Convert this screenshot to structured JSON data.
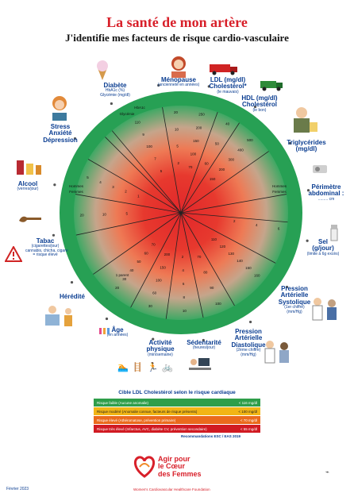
{
  "header": {
    "title": "La santé de mon artère",
    "subtitle": "J'identifie mes facteurs de risque cardio-vasculaire"
  },
  "factors": {
    "diabete": {
      "label": "Diabète",
      "sub": "HbA1c (%)\nGlycémie (mg/dl)"
    },
    "menopause": {
      "label": "Ménopause",
      "sub": "(ancienneté en années)"
    },
    "ldl": {
      "label": "LDL (mg/dl)\nCholestérol*",
      "sub": "(le mauvais)"
    },
    "hdl": {
      "label": "HDL (mg/dl)\nCholestérol",
      "sub": "(le bon)"
    },
    "triglycerides": {
      "label": "Triglycérides\n(mg/dl)",
      "sub": ""
    },
    "perimetre": {
      "label": "Périmètre\nabdominal :",
      "sub": "......... cm"
    },
    "sel": {
      "label": "Sel\n(g/jour)",
      "sub": "(limite à 6g excès)"
    },
    "pas": {
      "label": "Pression\nArtérielle\nSystolique",
      "sub": "(1er chiffre)\n(mm/Hg)"
    },
    "pad": {
      "label": "Pression\nArtérielle\nDiastolique",
      "sub": "(2ème chiffre)\n(mm/Hg)"
    },
    "sedentarite": {
      "label": "Sédentarité",
      "sub": "(heures/jour)"
    },
    "activite": {
      "label": "Activité\nphysique",
      "sub": "(min/semaine)"
    },
    "age": {
      "label": "Âge",
      "sub": "(en années)"
    },
    "heredite": {
      "label": "Hérédité",
      "sub": ""
    },
    "tabac": {
      "label": "Tabac",
      "sub": "(cigarettes/jour)\ncannabis, chicha, cigare\n= risque élevé"
    },
    "alcool": {
      "label": "Alcool",
      "sub": "(verres/jour)"
    },
    "stress": {
      "label": "Stress\nAnxiété\nDépression",
      "sub": ""
    }
  },
  "wheel": {
    "inner_labels": {
      "hba1c": "HbA1c",
      "glycemie": "Glycémie",
      "hommes_l": "Hommes",
      "femmes_l": "Femmes",
      "hommes_r": "Hommes",
      "femmes_r": "Femmes",
      "parent": "1 parent"
    },
    "ticks": {
      "diab": [
        "110",
        "9",
        "100",
        "7",
        "5"
      ],
      "meno": [
        "20",
        "10",
        "5",
        "2"
      ],
      "ldl": [
        "250",
        "200",
        "150",
        "100",
        "70"
      ],
      "hdl": [
        "40",
        "50",
        "60"
      ],
      "trig": [
        "500",
        "400",
        "300",
        "200",
        "150"
      ],
      "sel": [
        "6",
        "4",
        "2"
      ],
      "pas": [
        "160",
        "150",
        "140",
        "130",
        "120",
        "110"
      ],
      "pad": [
        "100",
        "90",
        "80",
        "70"
      ],
      "sed": [
        "10",
        "8",
        "6",
        "4",
        "2"
      ],
      "act": [
        "30",
        "60",
        "100",
        "150",
        "200"
      ],
      "age": [
        "20",
        "30",
        "40",
        "50",
        "60",
        "70"
      ],
      "alc": [
        "5",
        "4",
        "3",
        "2",
        "1"
      ],
      "tab": [
        "20",
        "10",
        "5"
      ]
    }
  },
  "table": {
    "title": "Cible LDL Cholestérol selon le risque cardiaque",
    "rows": [
      {
        "label": "Risque faible (Aucune anomalie)",
        "value": "< 116 mg/dl"
      },
      {
        "label": "Risque modéré (Anomalie connue, facteurs de risque présents)",
        "value": "< 100 mg/dl"
      },
      {
        "label": "Risque élevé (Athéromatose, prévention primaire)",
        "value": "< 70 mg/dl"
      },
      {
        "label": "Risque très élevé (Infarctus, AVC, diabète CV, prévention secondaire)",
        "value": "< 55 mg/dl"
      }
    ],
    "reco": "Recommandations ESC / EAS 2019"
  },
  "footer": {
    "date": "Février 2023",
    "logo_line1": "Agir pour",
    "logo_line2": "le Cœur",
    "logo_line3": "des Femmes",
    "foundation": "Women's Cardiovascular Healthcare Foundation"
  },
  "colors": {
    "accent": "#d8202a",
    "text": "#0a3d91",
    "green": "#2e9e4a",
    "center_red": "#e5322b"
  }
}
